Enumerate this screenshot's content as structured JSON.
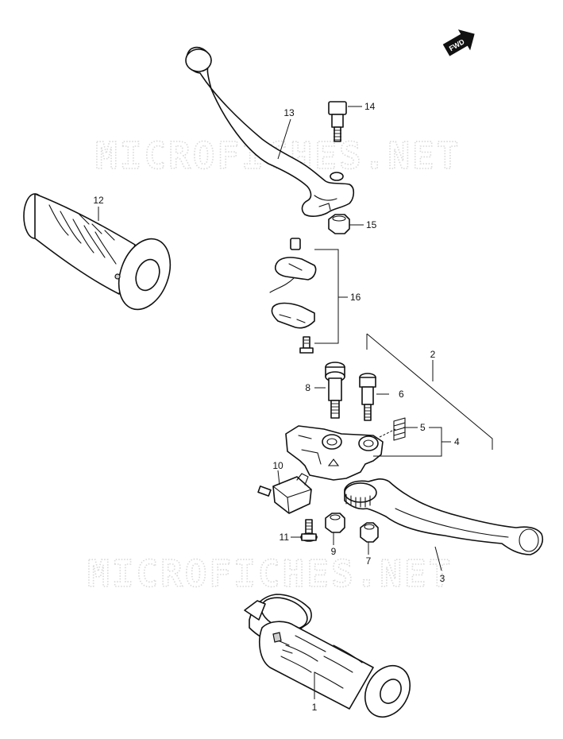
{
  "watermark": {
    "top": "MICROFICHES.NET",
    "bottom": "MICROFICHES.NET"
  },
  "fwd_badge": "FWD",
  "callouts": {
    "c1": "1",
    "c2": "2",
    "c3": "3",
    "c4": "4",
    "c5": "5",
    "c6": "6",
    "c7": "7",
    "c8": "8",
    "c9": "9",
    "c10": "10",
    "c11": "11",
    "c12": "12",
    "c13": "13",
    "c14": "14",
    "c15": "15",
    "c16": "16"
  }
}
